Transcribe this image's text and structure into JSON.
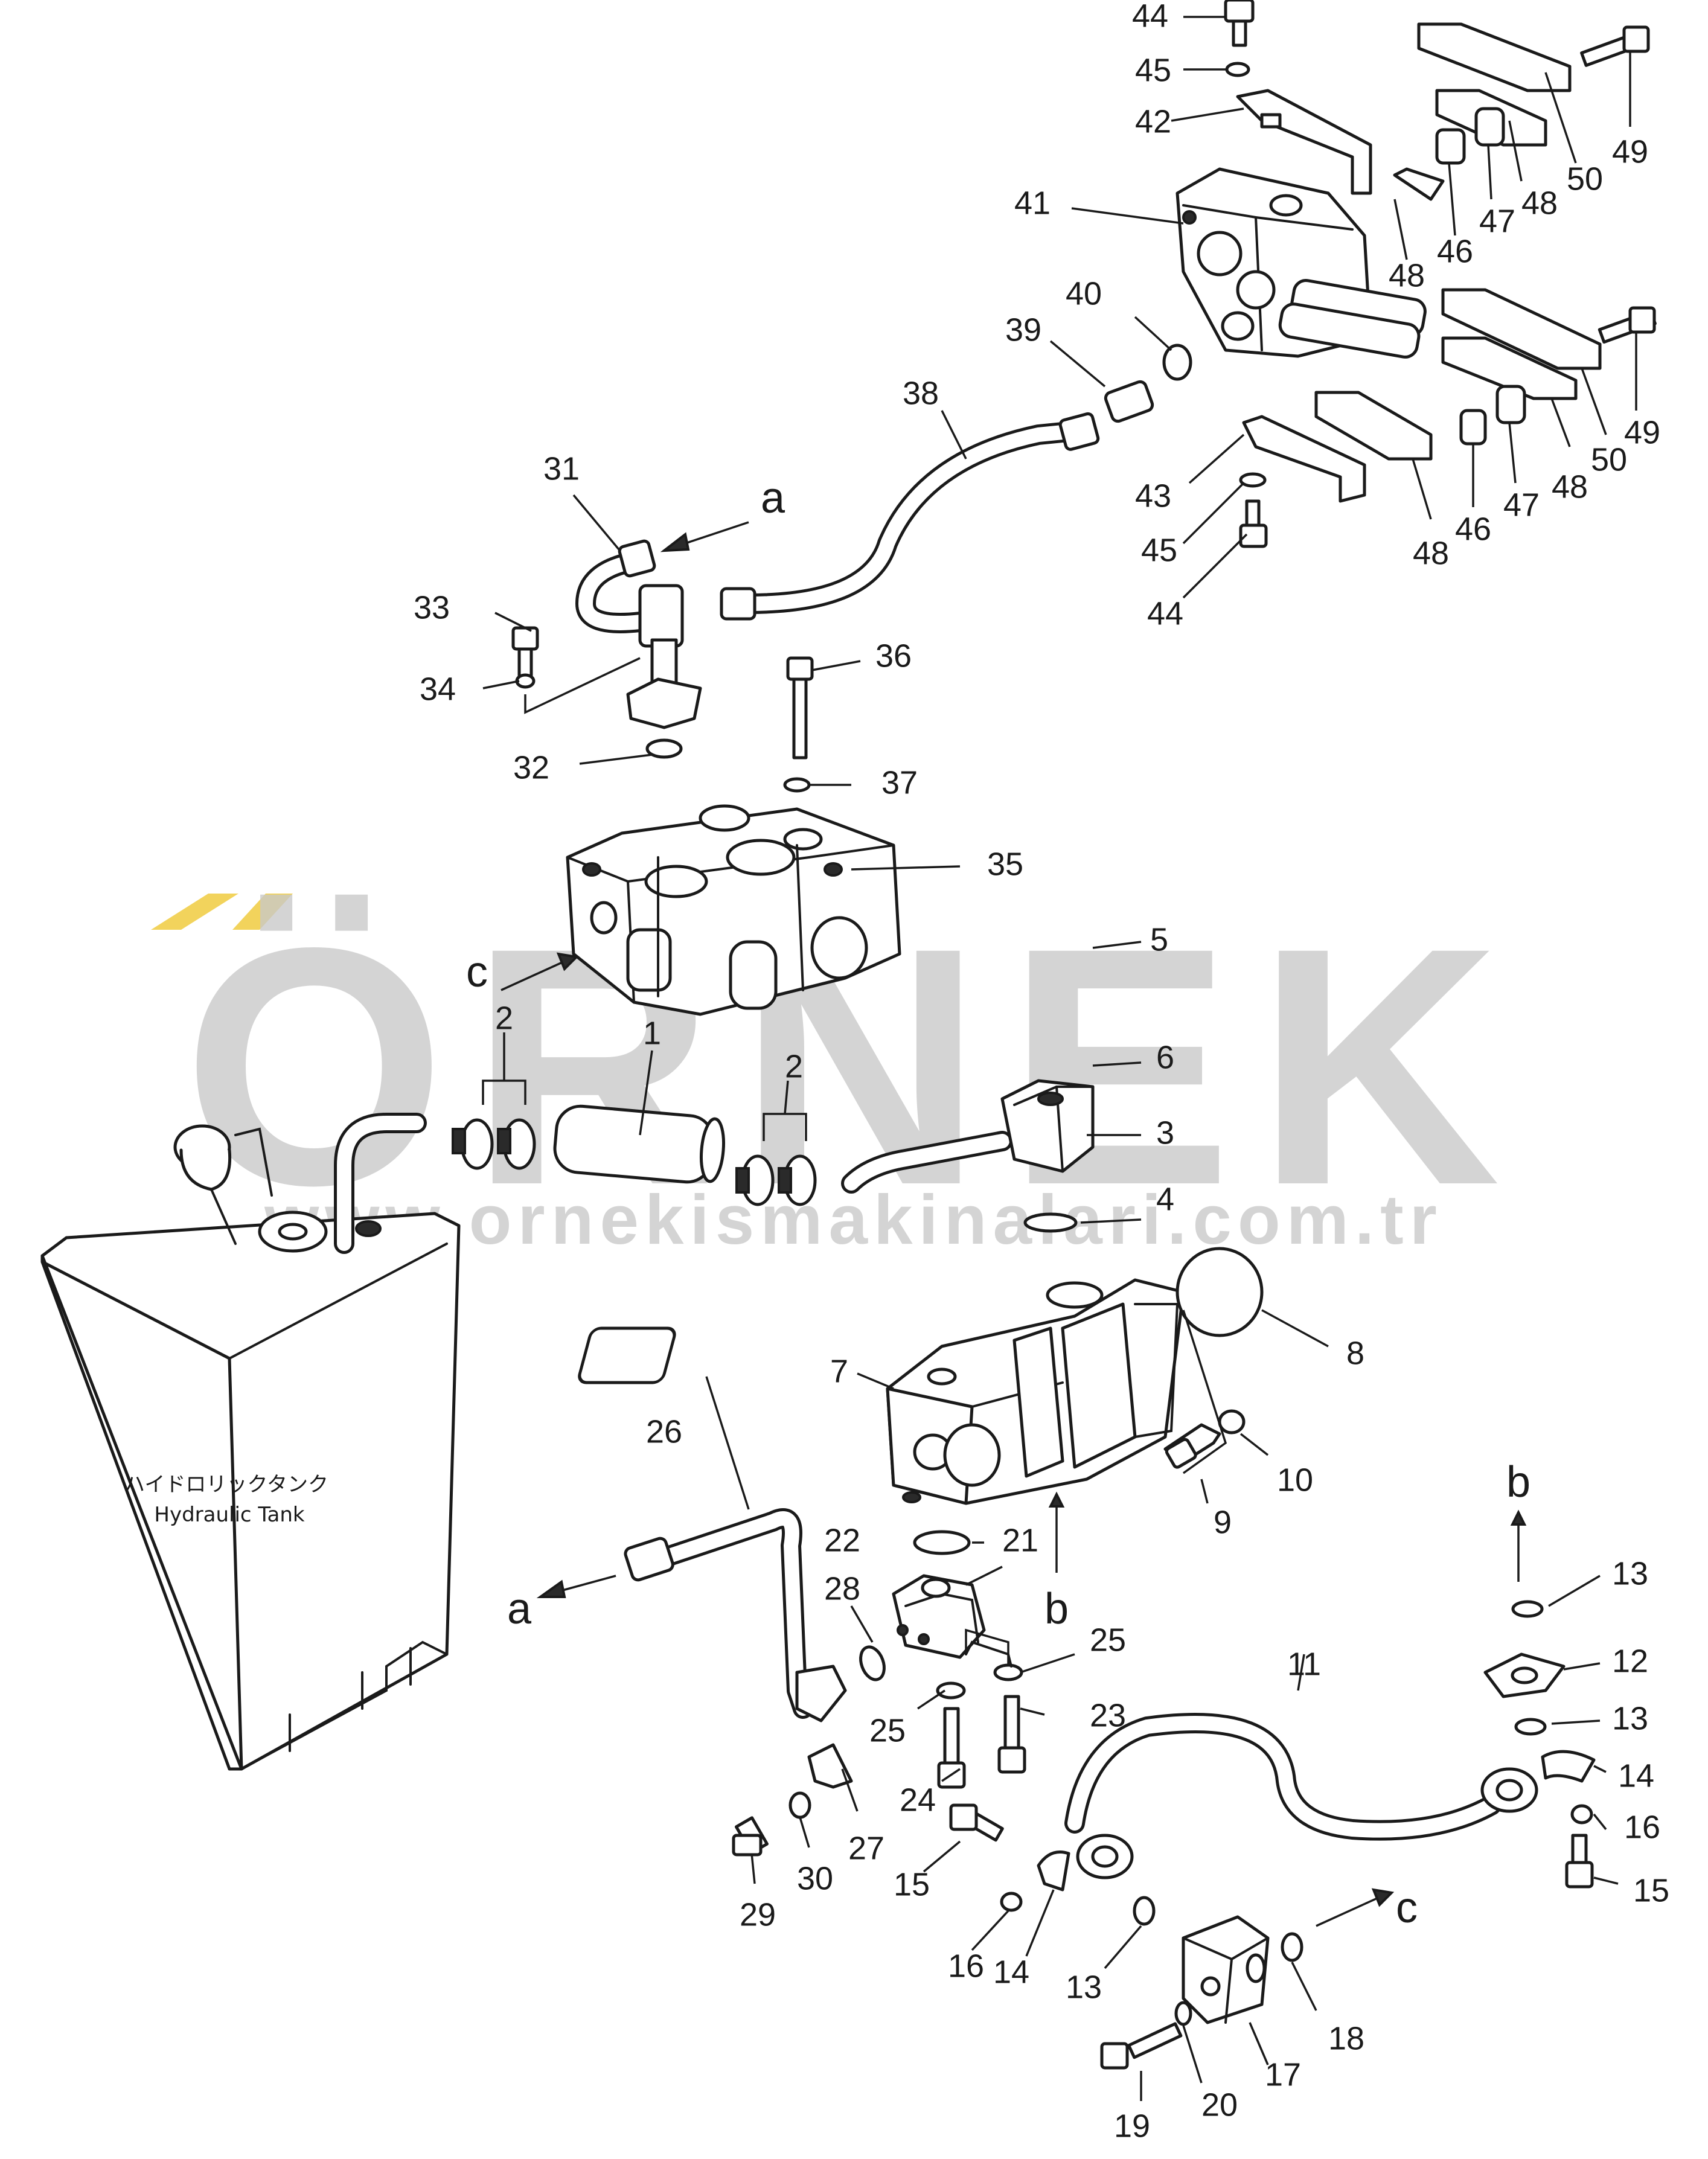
{
  "watermark": {
    "brand": "ÖRNEK",
    "url": "www.ornekismakinalari.com.tr",
    "accent_color": "#f2d35c",
    "text_color": "#c9c9c9"
  },
  "tank": {
    "label_jp": "ハイドロリックタンク",
    "label_en": "Hydraulic Tank"
  },
  "flow_letters": {
    "a1": "a",
    "a2": "a",
    "b1": "b",
    "b2": "b",
    "c1": "c",
    "c2": "c"
  },
  "callouts": {
    "n1": "1",
    "n2a": "2",
    "n2b": "2",
    "n3": "3",
    "n4": "4",
    "n5": "5",
    "n6": "6",
    "n7": "7",
    "n8": "8",
    "n9": "9",
    "n10": "10",
    "n11": "11",
    "n12": "12",
    "n13a": "13",
    "n13b": "13",
    "n13c": "13",
    "n14a": "14",
    "n14b": "14",
    "n15a": "15",
    "n15b": "15",
    "n16a": "16",
    "n16b": "16",
    "n17": "17",
    "n18": "18",
    "n19": "19",
    "n20": "20",
    "n21": "21",
    "n22": "22",
    "n23": "23",
    "n24": "24",
    "n25a": "25",
    "n25b": "25",
    "n26": "26",
    "n27": "27",
    "n28": "28",
    "n29": "29",
    "n30": "30",
    "n31": "31",
    "n32": "32",
    "n33": "33",
    "n34": "34",
    "n35": "35",
    "n36": "36",
    "n37": "37",
    "n38": "38",
    "n39": "39",
    "n40": "40",
    "n41": "41",
    "n42": "42",
    "n43": "43",
    "n44a": "44",
    "n44b": "44",
    "n45a": "45",
    "n45b": "45",
    "n46a": "46",
    "n46b": "46",
    "n47a": "47",
    "n47b": "47",
    "n48a": "48",
    "n48b": "48",
    "n48c": "48",
    "n48d": "48",
    "n49a": "49",
    "n49b": "49",
    "n50a": "50",
    "n50b": "50"
  }
}
